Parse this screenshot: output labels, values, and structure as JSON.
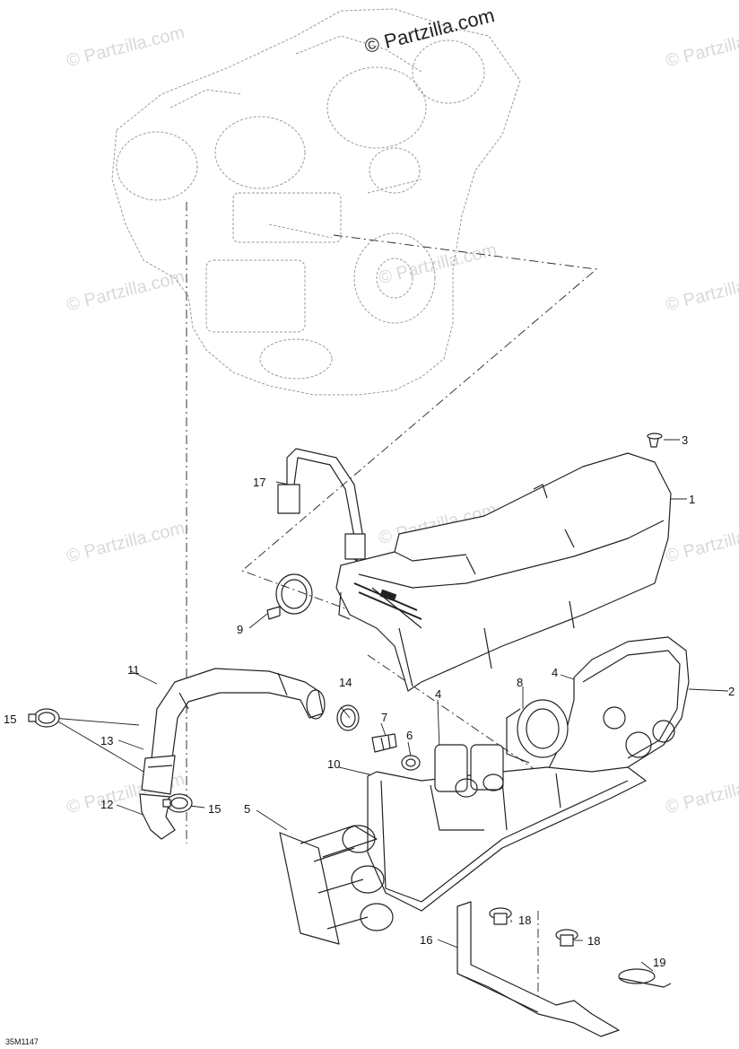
{
  "watermark": {
    "text": "© Partzilla.com",
    "top_text": "© Partzilla.com"
  },
  "diagram_code": "35M1147",
  "callouts": {
    "c1": "1",
    "c2": "2",
    "c3": "3",
    "c4a": "4",
    "c4b": "4",
    "c5": "5",
    "c6": "6",
    "c7": "7",
    "c8": "8",
    "c9": "9",
    "c10": "10",
    "c11": "11",
    "c12": "12",
    "c13": "13",
    "c14": "14",
    "c15a": "15",
    "c15b": "15",
    "c16": "16",
    "c17": "17",
    "c18a": "18",
    "c18b": "18",
    "c19": "19"
  },
  "colors": {
    "line": "#222222",
    "faint": "#9a9a9a",
    "watermark": "#d9d9d9"
  }
}
